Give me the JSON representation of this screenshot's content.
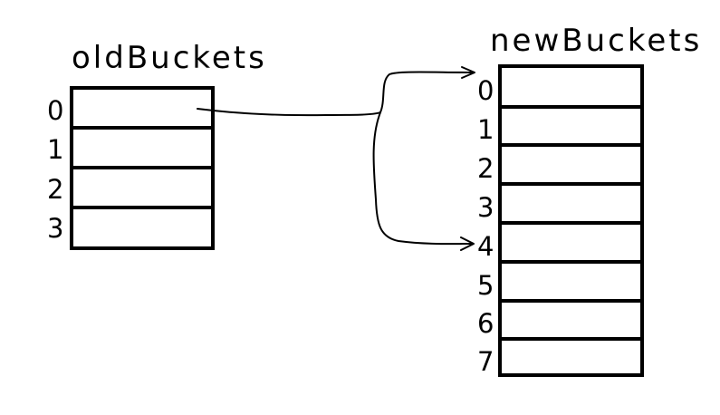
{
  "old_buckets": {
    "title": "oldBuckets",
    "indices": [
      "0",
      "1",
      "2",
      "3"
    ]
  },
  "new_buckets": {
    "title": "newBuckets",
    "indices": [
      "0",
      "1",
      "2",
      "3",
      "4",
      "5",
      "6",
      "7"
    ]
  },
  "links": [
    {
      "from_bucket": "0",
      "to_bucket": "0"
    },
    {
      "from_bucket": "0",
      "to_bucket": "4"
    }
  ],
  "colors": {
    "stroke": "#000000",
    "background": "#ffffff"
  }
}
